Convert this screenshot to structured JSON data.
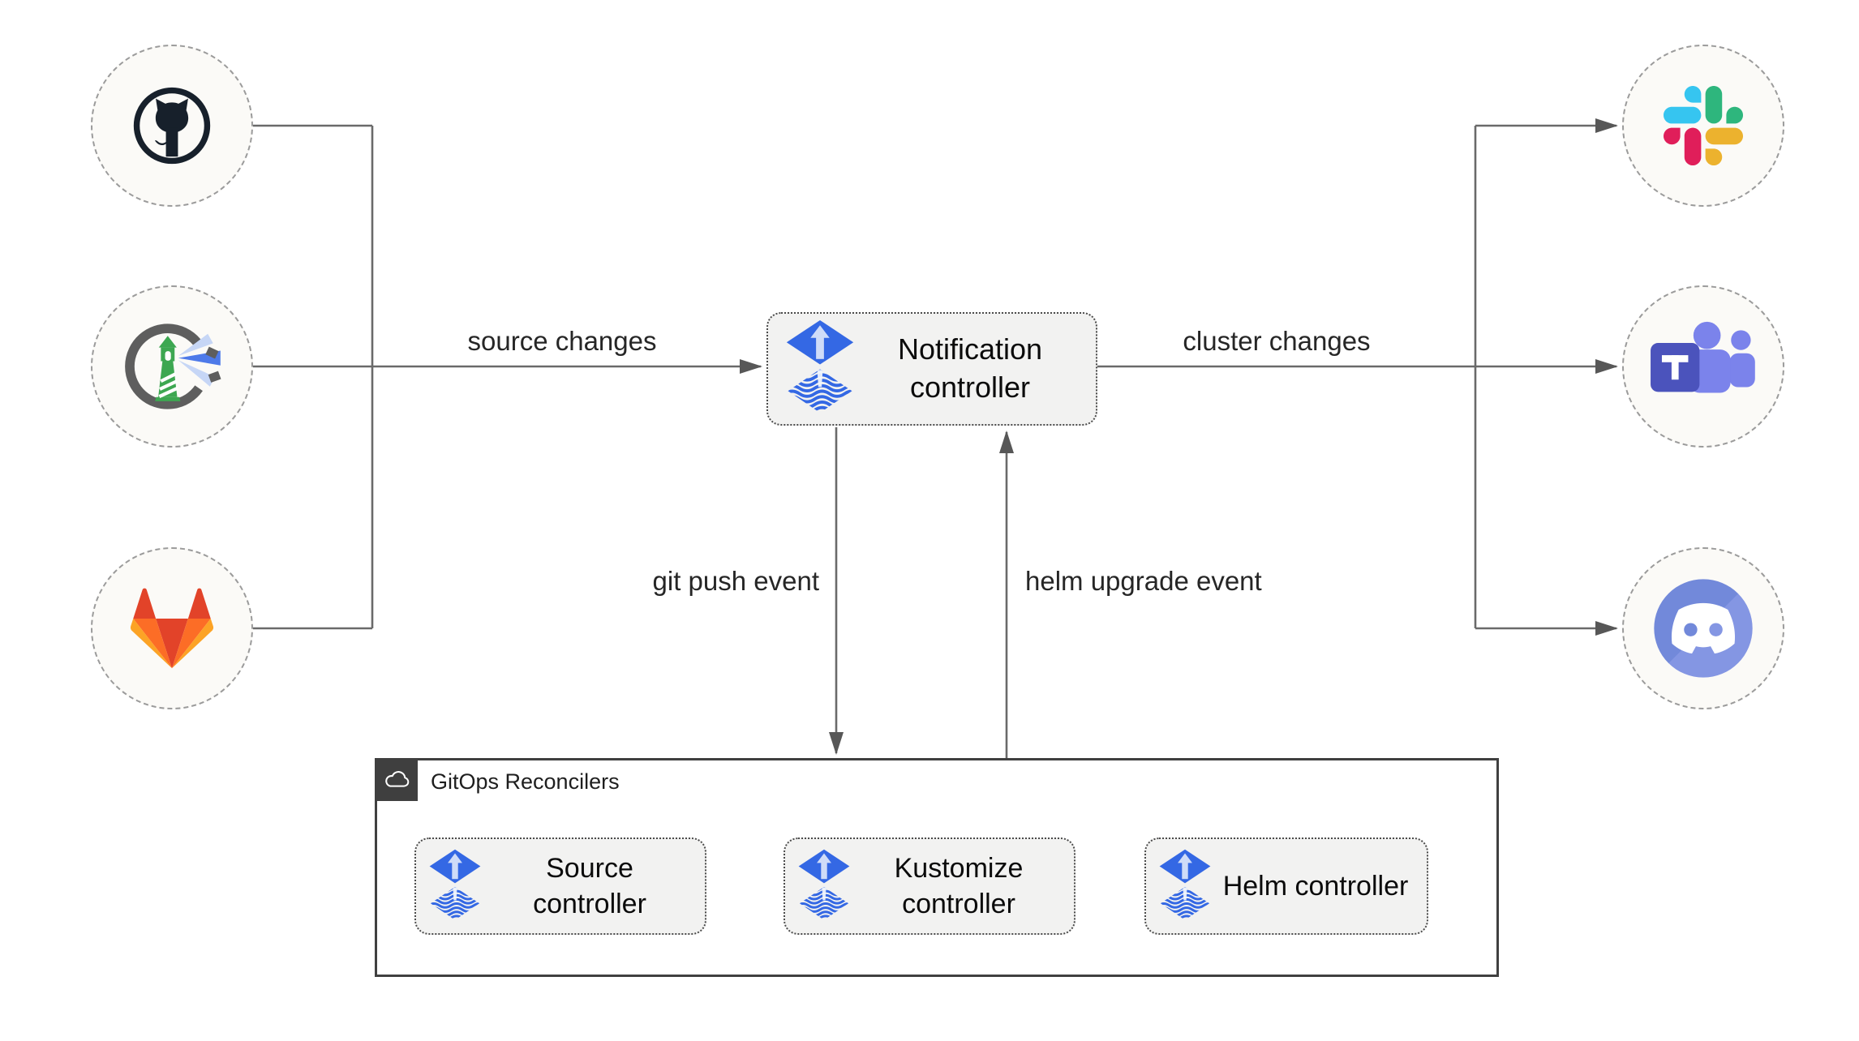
{
  "nodes": {
    "sources": [
      {
        "name": "github",
        "icon": "github-icon"
      },
      {
        "name": "harbor",
        "icon": "harbor-icon"
      },
      {
        "name": "gitlab",
        "icon": "gitlab-icon"
      }
    ],
    "notification": {
      "label": "Notification controller",
      "icon": "flux-icon"
    },
    "targets": [
      {
        "name": "slack",
        "icon": "slack-icon"
      },
      {
        "name": "teams",
        "icon": "teams-icon"
      },
      {
        "name": "discord",
        "icon": "discord-icon"
      }
    ]
  },
  "edges": {
    "source_changes": "source changes",
    "cluster_changes": "cluster changes",
    "git_push_event": "git push event",
    "helm_upgrade_event": "helm upgrade event"
  },
  "reconcilers": {
    "title": "GitOps Reconcilers",
    "icon": "cloud-icon",
    "items": [
      {
        "label": "Source controller",
        "icon": "flux-icon"
      },
      {
        "label": "Kustomize controller",
        "icon": "flux-icon"
      },
      {
        "label": "Helm controller",
        "icon": "flux-icon"
      }
    ]
  },
  "colors": {
    "flux_blue": "#3468e4",
    "flux_arrow_light": "#cfdcf8",
    "connector_gray": "#6a6a6a",
    "box_fill": "#f2f2f1",
    "node_fill": "#fbfaf7",
    "container_border": "#404040",
    "github_dark": "#17202b",
    "gitlab_red": "#e24329",
    "gitlab_orange": "#fc6d26",
    "gitlab_yellow": "#fca326",
    "harbor_green": "#3da751",
    "harbor_gray": "#5e5e5e",
    "harbor_beam_blue": "#4273e8",
    "slack_blue": "#36c5f0",
    "slack_green": "#2eb67d",
    "slack_red": "#e01e5a",
    "slack_yellow": "#ecb22e",
    "teams_purple": "#4b53bc",
    "teams_light_purple": "#7b83eb",
    "discord_blurple": "#7289da"
  }
}
